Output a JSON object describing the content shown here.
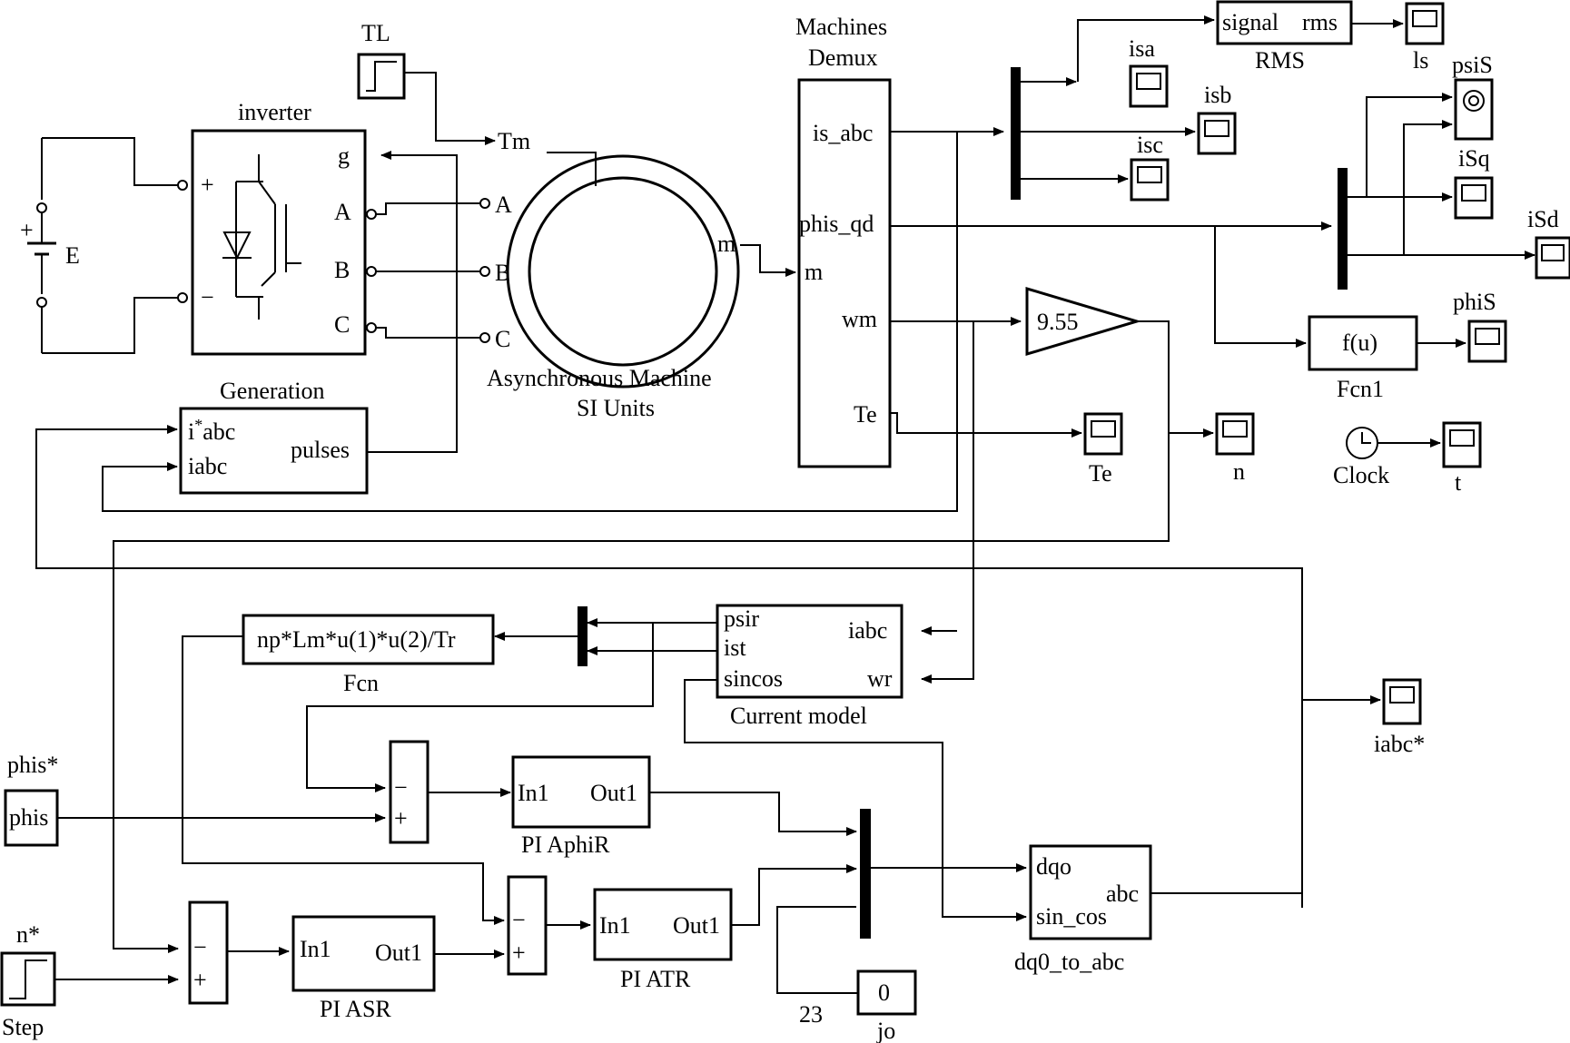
{
  "labels": {
    "tl": "TL",
    "inverter": "inverter",
    "inv_g": "g",
    "inv_plus": "+",
    "inv_minus": "−",
    "inv_a": "A",
    "inv_b": "B",
    "inv_c": "C",
    "e_plus": "+",
    "e": "E",
    "tm": "Tm",
    "mach_a": "A",
    "mach_b": "B",
    "mach_c": "C",
    "async_line1": "Asynchronous Machine",
    "async_line2": "SI Units",
    "generation": "Generation",
    "gen_iabc_star_i": "i",
    "gen_iabc_star_abc": "abc",
    "gen_star": "*",
    "gen_iabc": "iabc",
    "gen_pulses": "pulses",
    "demux_title1": "Machines",
    "demux_title2": "Demux",
    "demux_is_abc": "is_abc",
    "demux_phis_qd": "phis_qd",
    "demux_m_in": "m",
    "demux_wm": "wm",
    "demux_te": "Te",
    "m_in": "m",
    "gain": "9.55",
    "rms_signal": "signal",
    "rms_rms": "rms",
    "rms_label": "RMS",
    "scope_ls": "ls",
    "scope_isa": "isa",
    "scope_isb": "isb",
    "scope_isc": "isc",
    "scope_psis": "psiS",
    "scope_isq": "iSq",
    "scope_isd": "iSd",
    "scope_phis": "phiS",
    "fcn1": "f(u)",
    "fcn1_label": "Fcn1",
    "scope_te": "Te",
    "scope_n": "n",
    "clock": "Clock",
    "scope_t": "t",
    "fcn_expr": "np*Lm*u(1)*u(2)/Tr",
    "fcn_label": "Fcn",
    "cm_psir": "psir",
    "cm_ist": "ist",
    "cm_sincos": "sincos",
    "cm_iabc": "iabc",
    "cm_wr": "wr",
    "cm_label": "Current model",
    "scope_iabc_star": "iabc*",
    "phis_star": "phis*",
    "phis_block": "phis",
    "sum_minus": "−",
    "sum_plus": "+",
    "pi_in1": "In1",
    "pi_out1": "Out1",
    "pi_aphir": "PI AphiR",
    "pi_atr": "PI ATR",
    "pi_asr": "PI ASR",
    "dq0_dqo": "dqo",
    "dq0_abc": "abc",
    "dq0_sincos": "sin_cos",
    "dq0_label": "dq0_to_abc",
    "n_star": "n*",
    "step": "Step",
    "const_val": "0",
    "const_label": "jo",
    "num23": "23"
  }
}
